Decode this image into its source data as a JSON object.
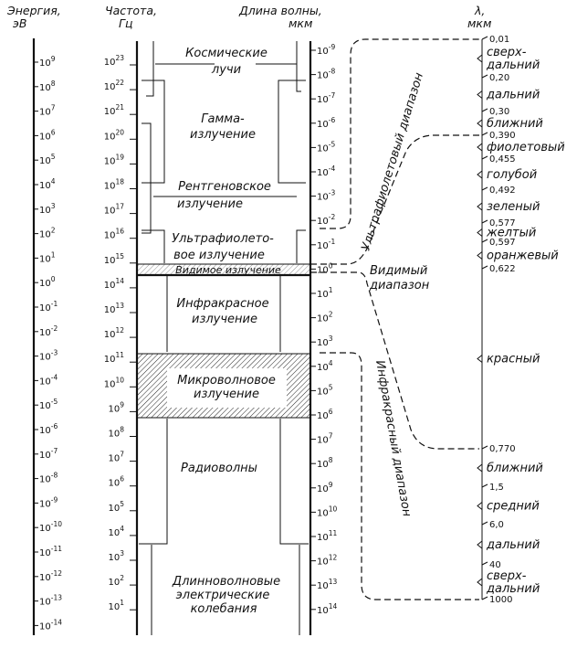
{
  "headers": {
    "energy": [
      "Энергия,",
      "эВ"
    ],
    "frequency": [
      "Частота,",
      "Гц"
    ],
    "wavelength": [
      "Длина волны,",
      "мкм"
    ],
    "lambda": [
      "λ,",
      "мкм"
    ]
  },
  "energy_axis": {
    "base": "10",
    "exponents": [
      9,
      8,
      7,
      6,
      5,
      4,
      3,
      2,
      1,
      0,
      -1,
      -2,
      -3,
      -4,
      -5,
      -6,
      -7,
      -8,
      -9,
      -10,
      -11,
      -12,
      -13,
      -14
    ]
  },
  "frequency_axis": {
    "base": "10",
    "exponents": [
      23,
      22,
      21,
      20,
      19,
      18,
      17,
      16,
      15,
      14,
      13,
      12,
      11,
      10,
      9,
      8,
      7,
      6,
      5,
      4,
      3,
      2,
      1
    ]
  },
  "wavelength_axis": {
    "base": "10",
    "exponents": [
      -9,
      -8,
      -7,
      -6,
      -5,
      -4,
      -3,
      -2,
      -1,
      0,
      1,
      2,
      3,
      4,
      5,
      6,
      7,
      8,
      9,
      10,
      11,
      12,
      13,
      14
    ]
  },
  "bands": {
    "cosmic": [
      "Космические",
      "лучи"
    ],
    "gamma": [
      "Гамма-",
      "излучение"
    ],
    "xray": [
      "Рентгеновское",
      "излучение"
    ],
    "uv": [
      "Ультрафиолето-",
      "вое излучение"
    ],
    "visible": [
      "Видимое излучение"
    ],
    "infrared": [
      "Инфракрасное",
      "излучение"
    ],
    "microwave": [
      "Микроволновое",
      "излучение"
    ],
    "radio": [
      "Радиоволны"
    ],
    "longwave": [
      "Длинноволновые",
      "электрические",
      "колебания"
    ]
  },
  "ranges": {
    "uv": "Ультрафиолетовый диапазон",
    "visible": [
      "Видимый",
      "диапазон"
    ],
    "infrared": "Инфракрасный диапазон"
  },
  "lambda_ticks": [
    "0,01",
    "0,20",
    "0,30",
    "0,390",
    "0,455",
    "0,492",
    "0,577",
    "0,597",
    "0,622",
    "0,770",
    "1,5",
    "6,0",
    "40",
    "1000"
  ],
  "lambda_bands": [
    [
      "сверх-",
      "дальний"
    ],
    [
      "дальний"
    ],
    [
      "ближний"
    ],
    [
      "фиолетовый"
    ],
    [
      "голубой"
    ],
    [
      "зеленый"
    ],
    [
      "желтый"
    ],
    [
      "оранжевый"
    ],
    [
      "красный"
    ],
    [
      "ближний"
    ],
    [
      "средний"
    ],
    [
      "дальний"
    ],
    [
      "сверх-",
      "дальний"
    ]
  ]
}
